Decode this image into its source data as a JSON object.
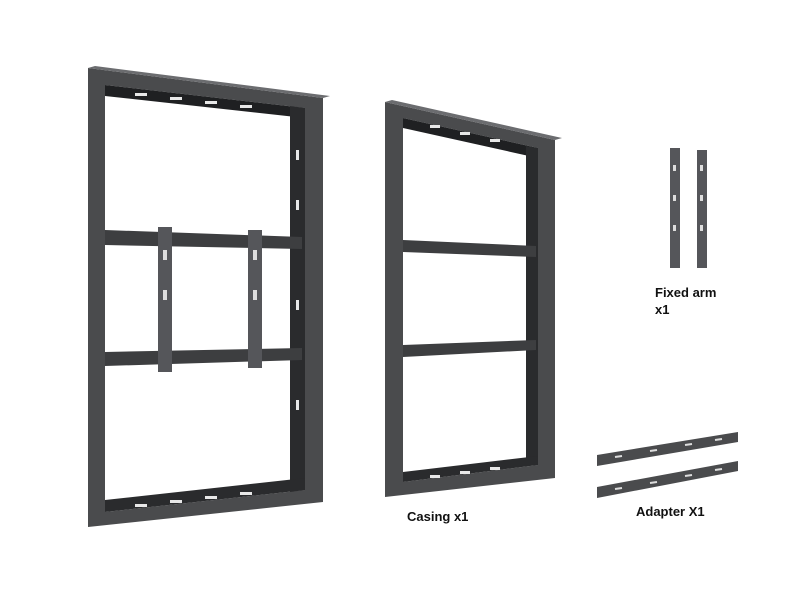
{
  "labels": {
    "fixed_arm_line1": "Fixed arm",
    "fixed_arm_line2": "x1",
    "casing": "Casing x1",
    "adapter": "Adapter X1"
  },
  "colors": {
    "frame_face": "#4a4b4d",
    "frame_dark": "#1f2022",
    "frame_light": "#6b6c6f",
    "slot": "#e8e8e8"
  }
}
